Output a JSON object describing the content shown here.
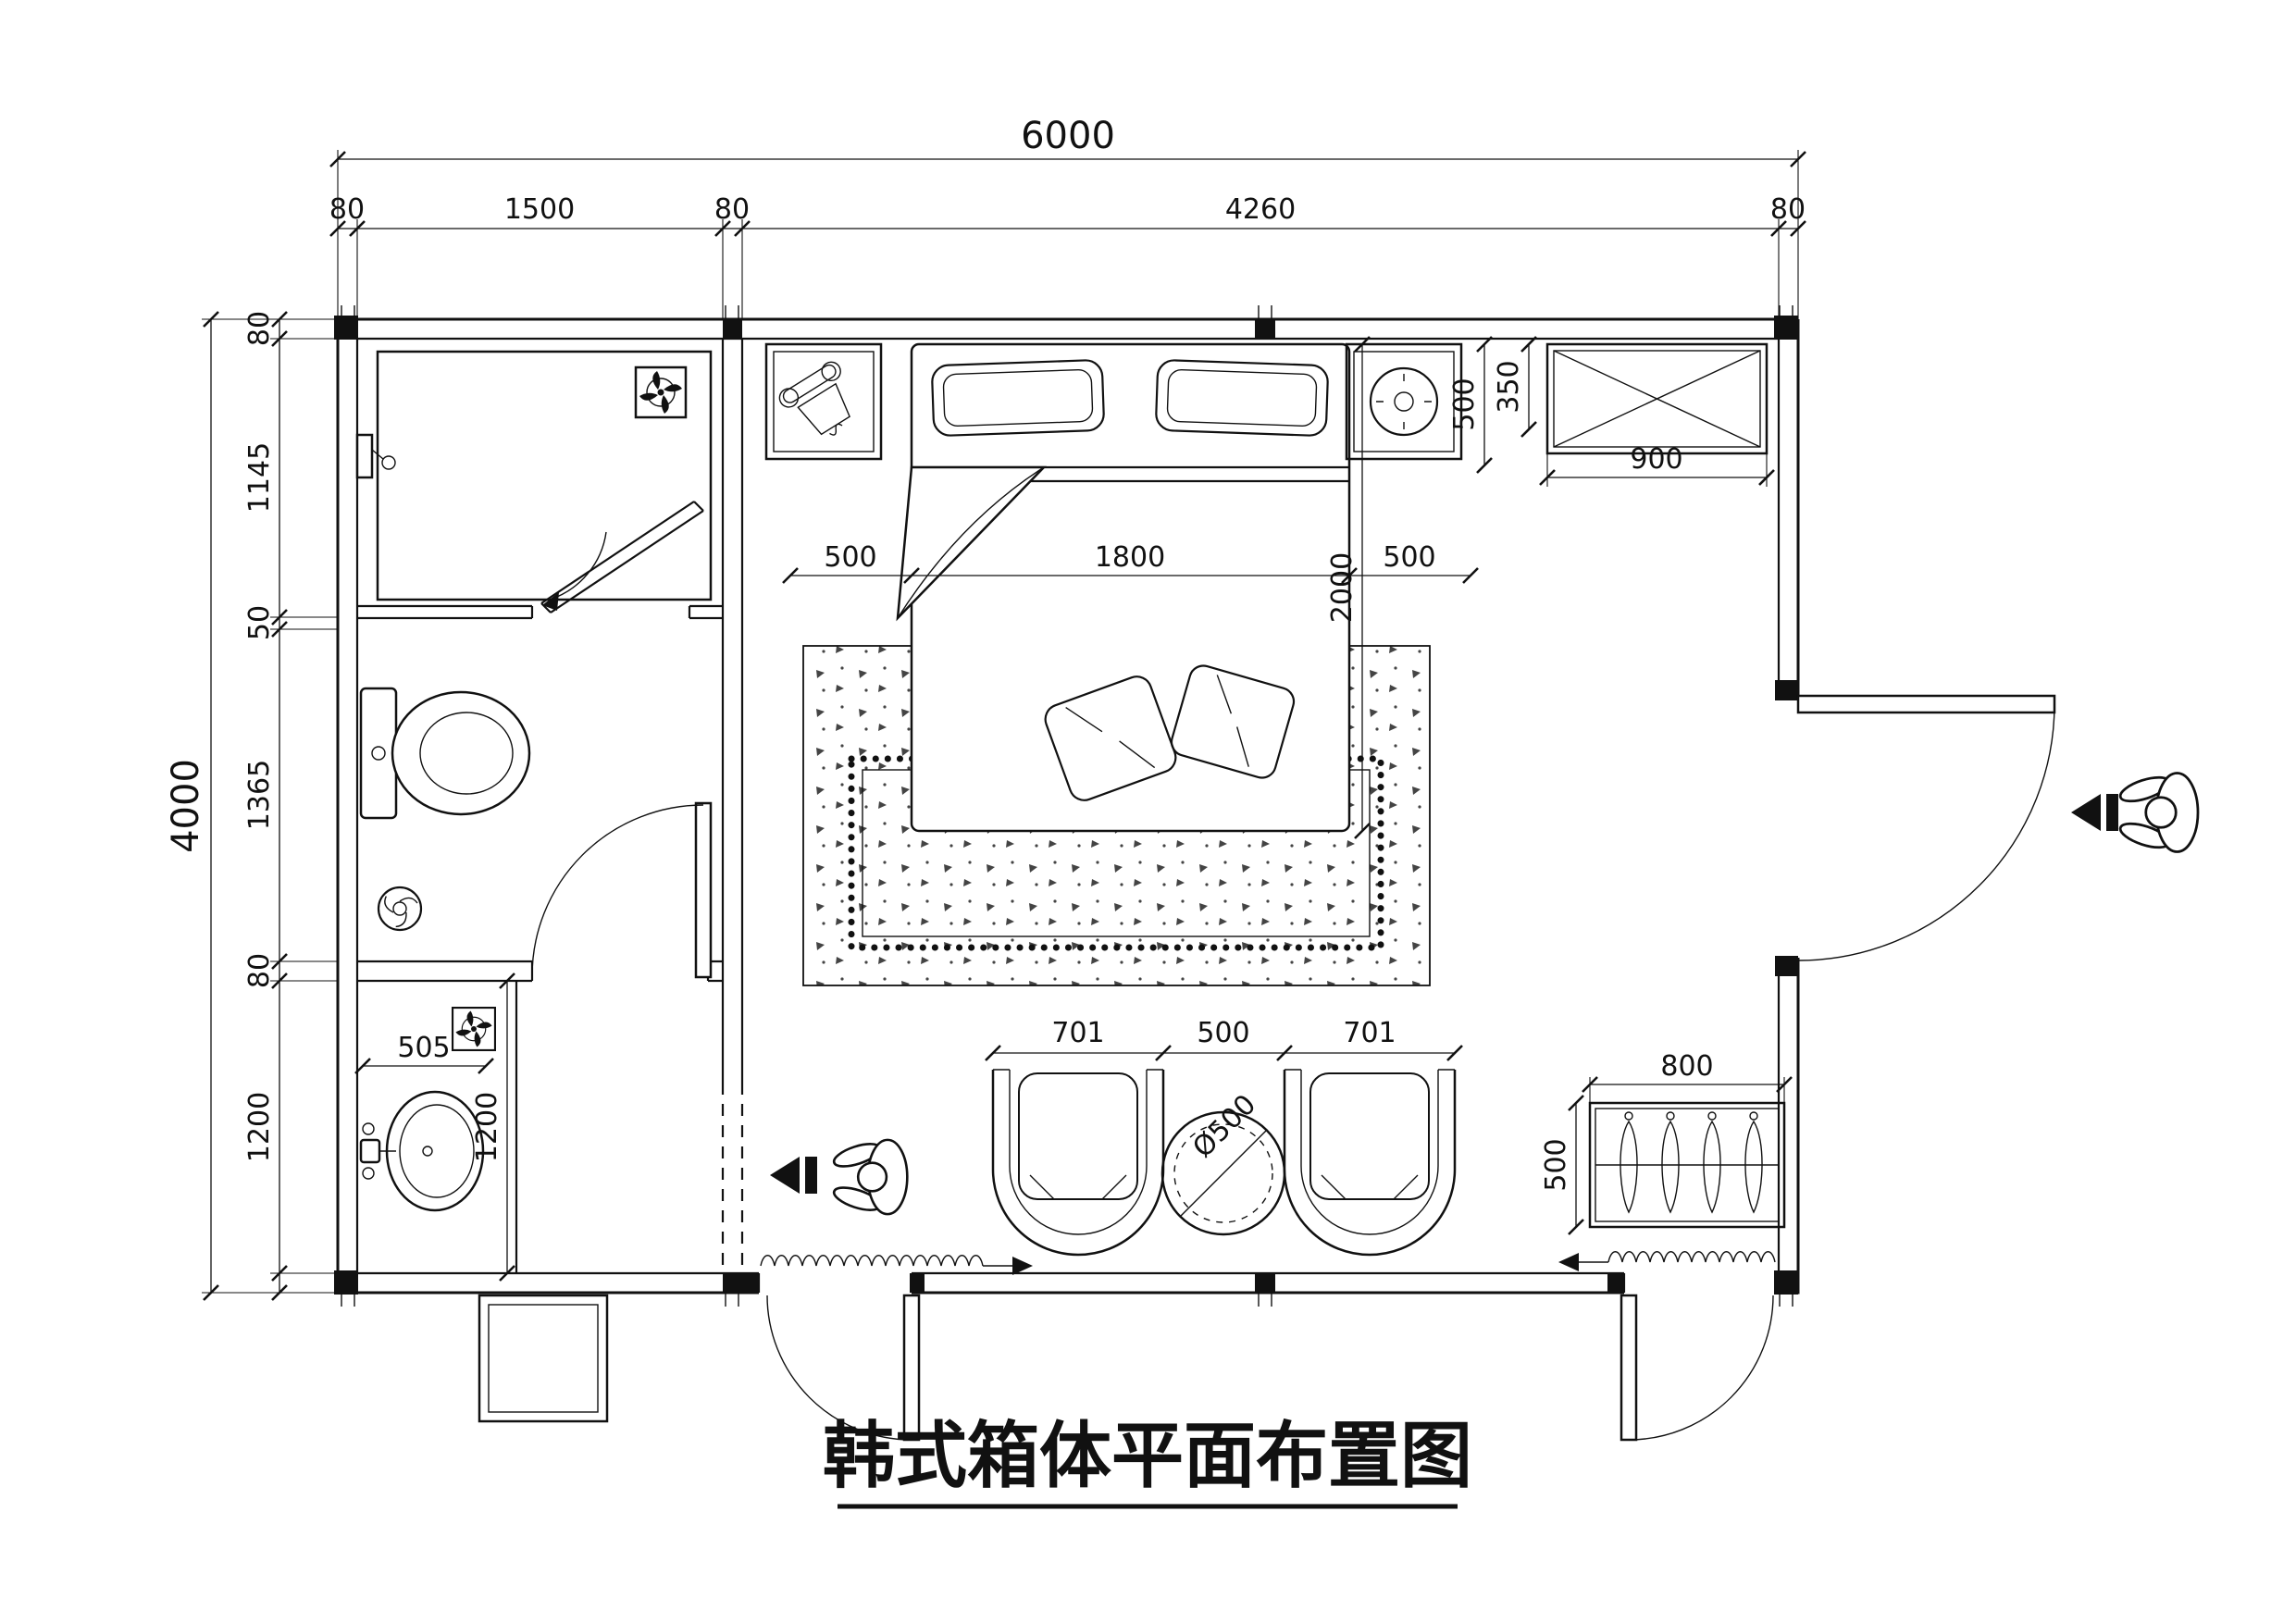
{
  "title": "韩式箱体平面布置图",
  "dimensions": {
    "overall_width": "6000",
    "overall_height": "4000",
    "top_chain": [
      "80",
      "1500",
      "80",
      "4260",
      "80"
    ],
    "left_chain": [
      "80",
      "1145",
      "50",
      "1365",
      "80",
      "1200"
    ],
    "bed_area_chain": [
      "500",
      "1800",
      "500"
    ],
    "bed_length": "2000",
    "nightstand_depth": "500",
    "cabinet_offset": "350",
    "cabinet_width": "900",
    "seating_chain": [
      "701",
      "500",
      "701"
    ],
    "table_diameter": "Ø500",
    "wardrobe_width": "800",
    "wardrobe_depth": "500",
    "vanity_width": "505",
    "vanity_length": "1200"
  }
}
